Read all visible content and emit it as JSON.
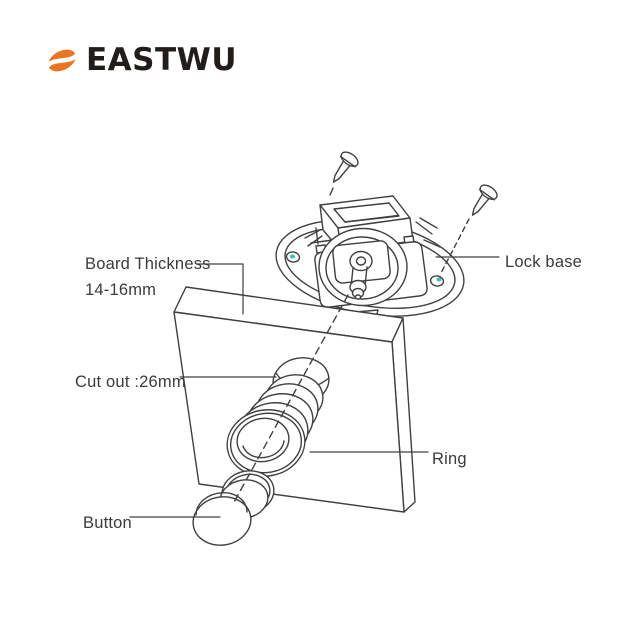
{
  "brand": {
    "name": "EASTWU"
  },
  "annotations": {
    "board_thickness": {
      "line1": "Board Thickness",
      "line2": "14-16mm"
    },
    "cut_out": {
      "label": "Cut out :26mm"
    },
    "ring": {
      "label": "Ring"
    },
    "button": {
      "label": "Button"
    },
    "lock_base": {
      "label": "Lock base"
    }
  },
  "colors": {
    "brand_orange": "#e87424",
    "logo_text": "#201d1a",
    "line": "#404040",
    "text": "#3b3b3b",
    "screw_hole_accent": "#3fc1b7"
  }
}
